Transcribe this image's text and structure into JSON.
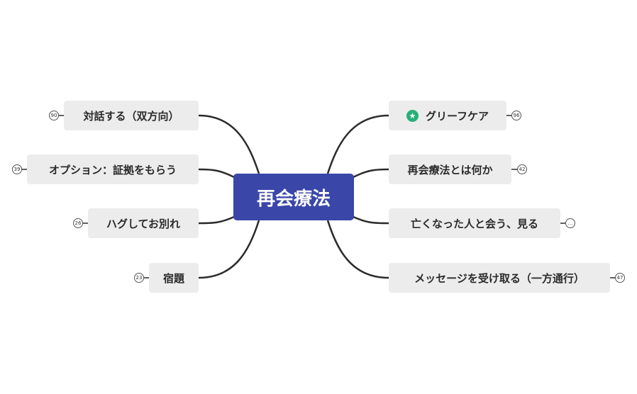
{
  "mindmap": {
    "root": "再会療法",
    "right": [
      {
        "label": "グリーフケア",
        "badge": "96",
        "icon": "star-icon",
        "icon_color": "#27b07a"
      },
      {
        "label": "再会療法とは何か",
        "badge": "42"
      },
      {
        "label": "亡くなった人と会う、見る",
        "badge": "..."
      },
      {
        "label": "メッセージを受け取る（一方通行）",
        "badge": "47"
      }
    ],
    "left": [
      {
        "label": "対話する（双方向）",
        "badge": "90"
      },
      {
        "label": "オプション：証拠をもらう",
        "badge": "39"
      },
      {
        "label": "ハグしてお別れ",
        "badge": "26"
      },
      {
        "label": "宿題",
        "badge": "23"
      }
    ]
  },
  "colors": {
    "root": "#3a46a8",
    "topic": "#ececec",
    "link": "#2b2b2b",
    "star": "#27b07a"
  }
}
